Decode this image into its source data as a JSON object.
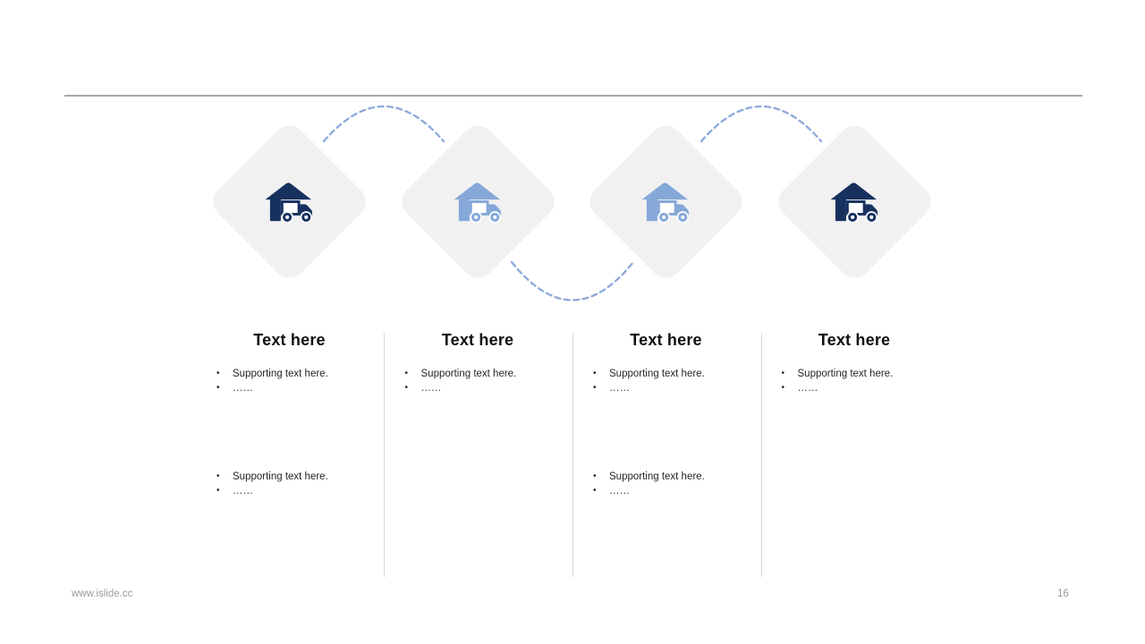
{
  "slide": {
    "colors": {
      "navy": "#17315f",
      "light_blue": "#85a8d8",
      "arc_blue": "#8ca9db",
      "diamond_fill": "#f1f1f2",
      "top_rule": "#a6a6a6",
      "column_divider": "#d6d6d6",
      "footer_text": "#9b9b9b"
    },
    "bullet_char": "•",
    "steps": [
      {
        "icon": "warehouse-truck-icon",
        "icon_color": "#17315f"
      },
      {
        "icon": "warehouse-truck-icon",
        "icon_color": "#85a8d8"
      },
      {
        "icon": "warehouse-truck-icon",
        "icon_color": "#85a8d8"
      },
      {
        "icon": "warehouse-truck-icon",
        "icon_color": "#17315f"
      }
    ],
    "arcs": [
      {
        "name": "dashed-arc-connector",
        "position": "top",
        "color": "#8ca9db"
      },
      {
        "name": "dashed-arc-connector",
        "position": "bottom",
        "color": "#8ca9db"
      },
      {
        "name": "dashed-arc-connector",
        "position": "top",
        "color": "#8ca9db"
      }
    ],
    "columns": [
      {
        "title": "Text here",
        "groups": [
          {
            "items": [
              "Supporting text here.",
              "……"
            ]
          },
          {
            "items": [
              "Supporting text here.",
              "……"
            ]
          }
        ]
      },
      {
        "title": "Text here",
        "groups": [
          {
            "items": [
              "Supporting text here.",
              "……"
            ]
          }
        ]
      },
      {
        "title": "Text here",
        "groups": [
          {
            "items": [
              "Supporting text here.",
              "……"
            ]
          },
          {
            "items": [
              "Supporting text here.",
              "……"
            ]
          }
        ]
      },
      {
        "title": "Text here",
        "groups": [
          {
            "items": [
              "Supporting text here.",
              "……"
            ]
          }
        ]
      }
    ],
    "footer": {
      "website": "www.islide.cc",
      "page_number": "16"
    }
  }
}
